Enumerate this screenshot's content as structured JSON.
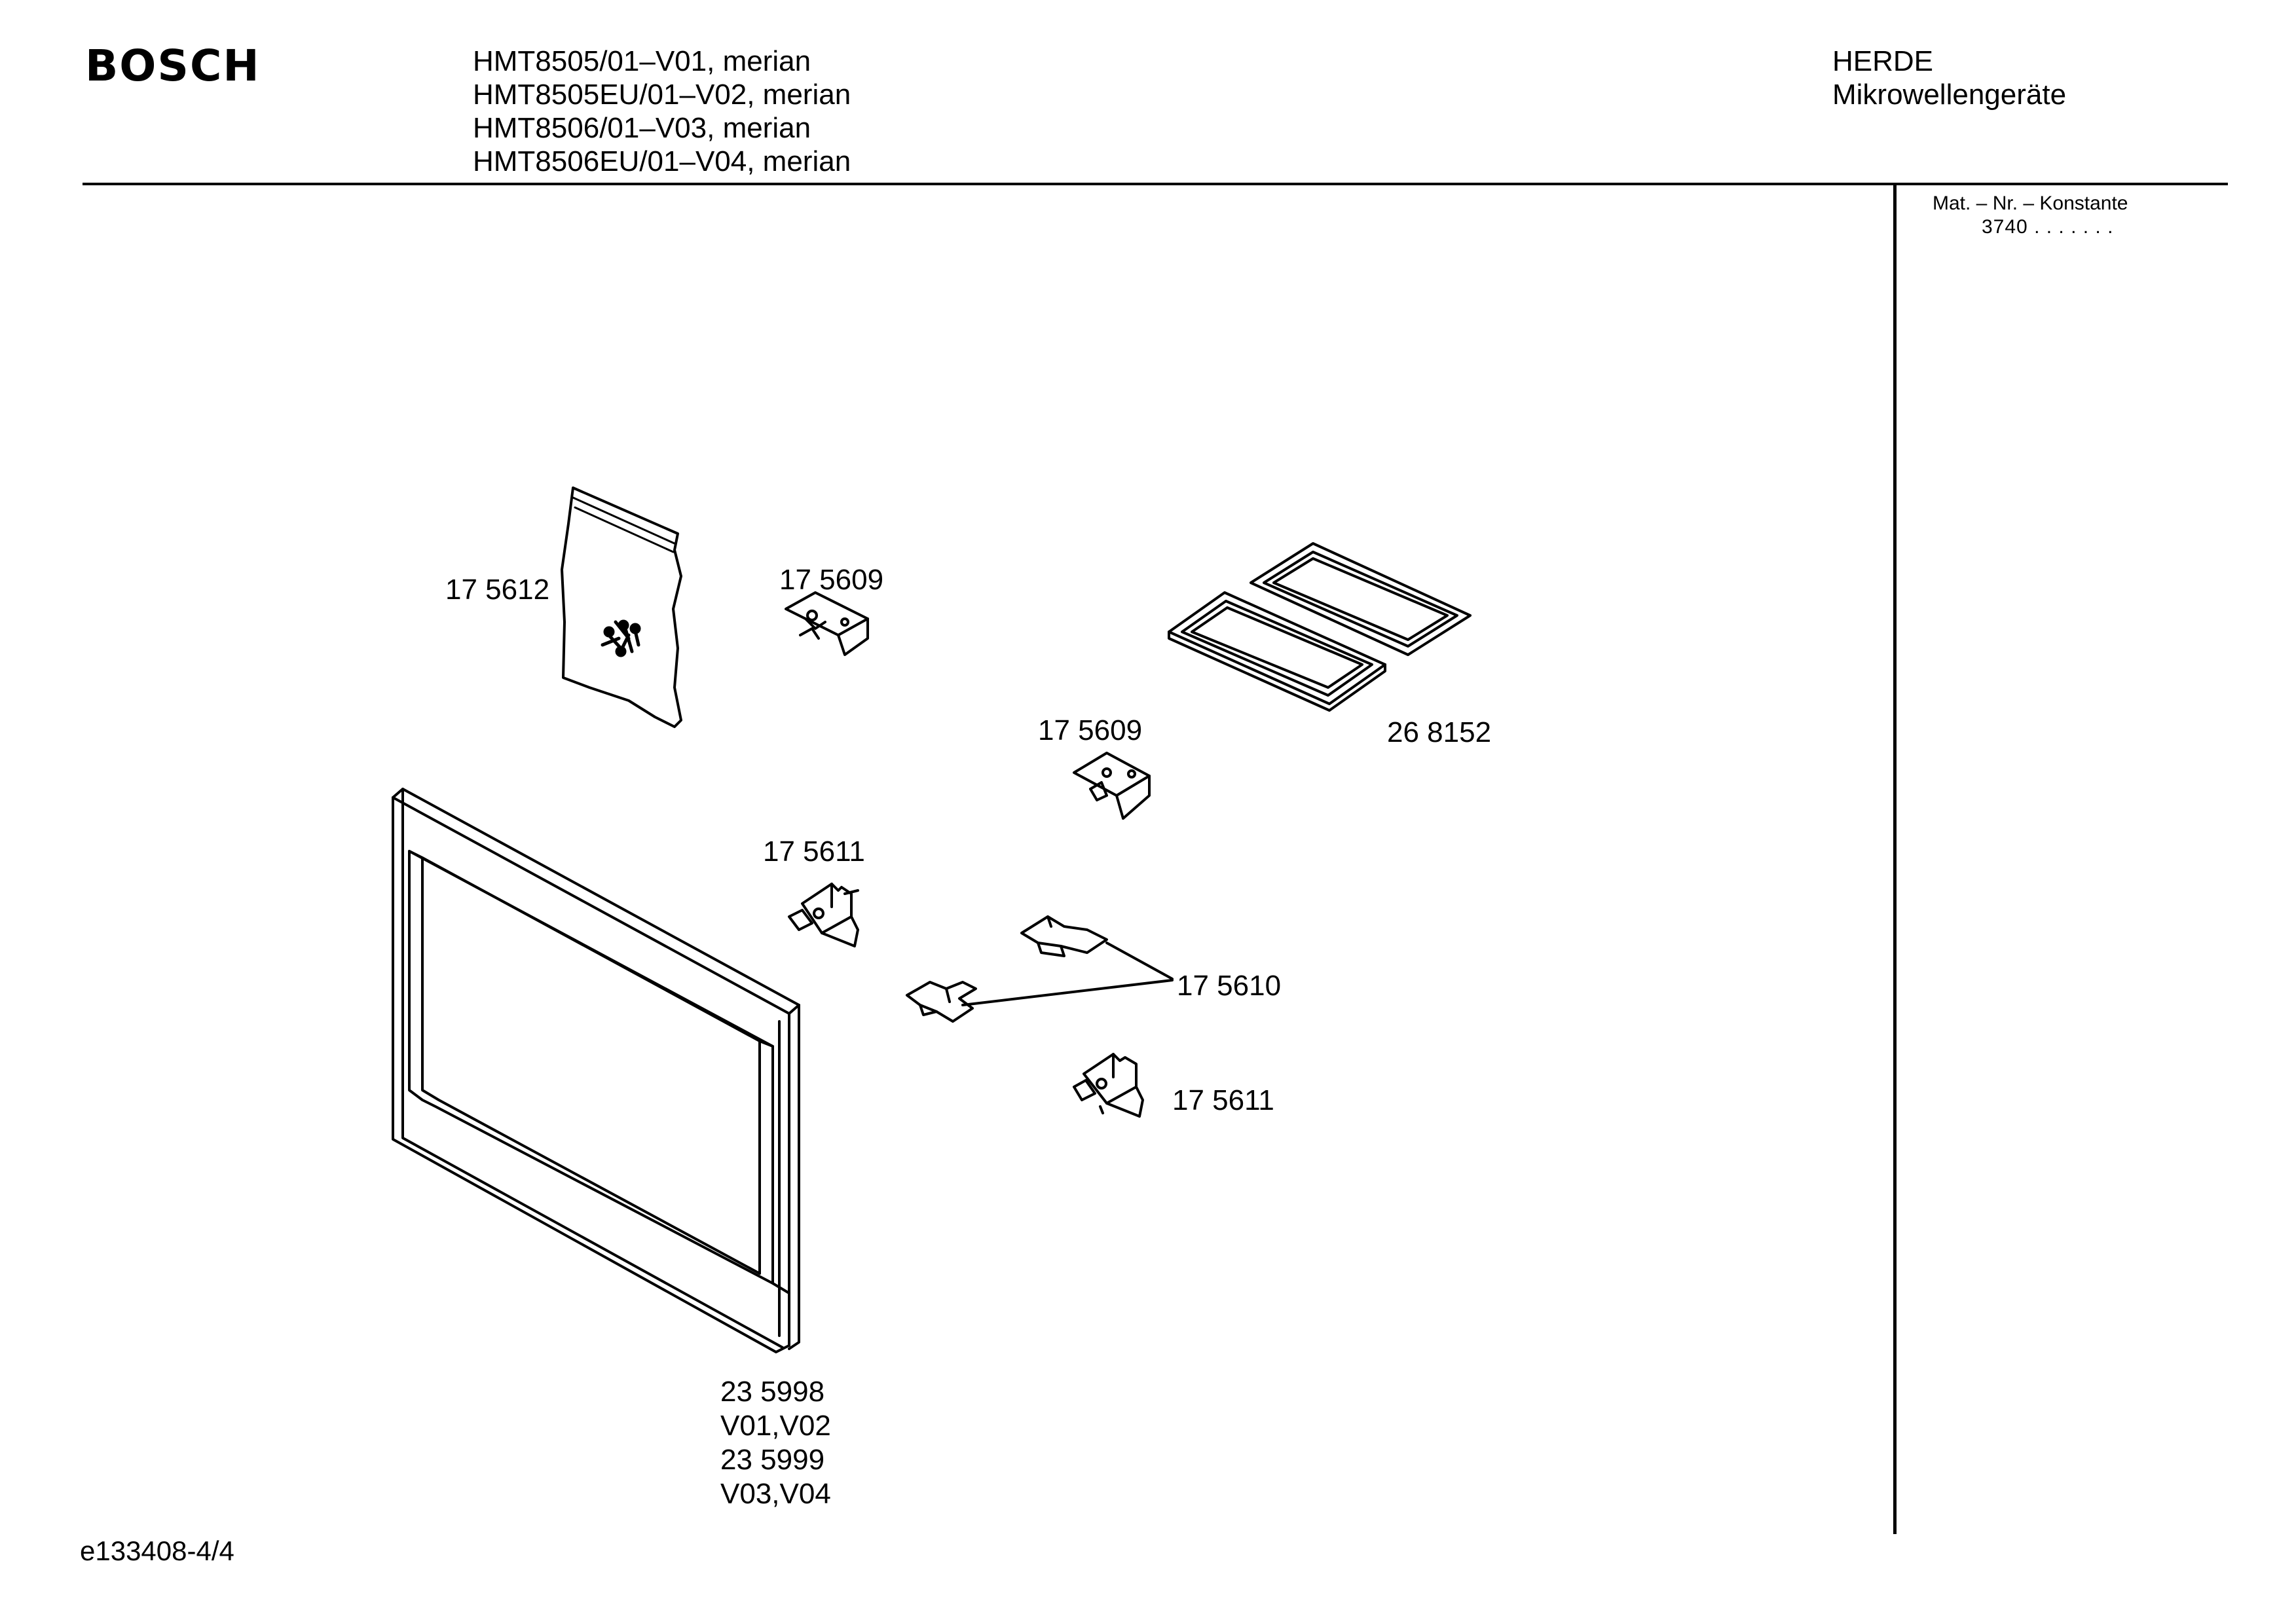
{
  "header": {
    "brand": "BOSCH",
    "models": [
      "HMT8505/01–V01, merian",
      "HMT8505EU/01–V02, merian",
      "HMT8506/01–V03, merian",
      "HMT8506EU/01–V04, merian"
    ],
    "category": "HERDE",
    "subcategory": "Mikrowellengeräte"
  },
  "sidebar": {
    "mat_label": "Mat. – Nr. – Konstante",
    "mat_value": "3740 . . . . . . ."
  },
  "parts": {
    "bag_screws": "17 5612",
    "bracket_top": "17 5609",
    "bracket_mid": "17 5609",
    "trays": "26 8152",
    "bracket_left": "17 5611",
    "clips": "17 5610",
    "bracket_bottom": "17 5611",
    "frame_part_1": "23 5998",
    "frame_variant_1": "V01,V02",
    "frame_part_2": "23 5999",
    "frame_variant_2": "V03,V04"
  },
  "footer": {
    "doc_id": "e133408-4/4"
  }
}
